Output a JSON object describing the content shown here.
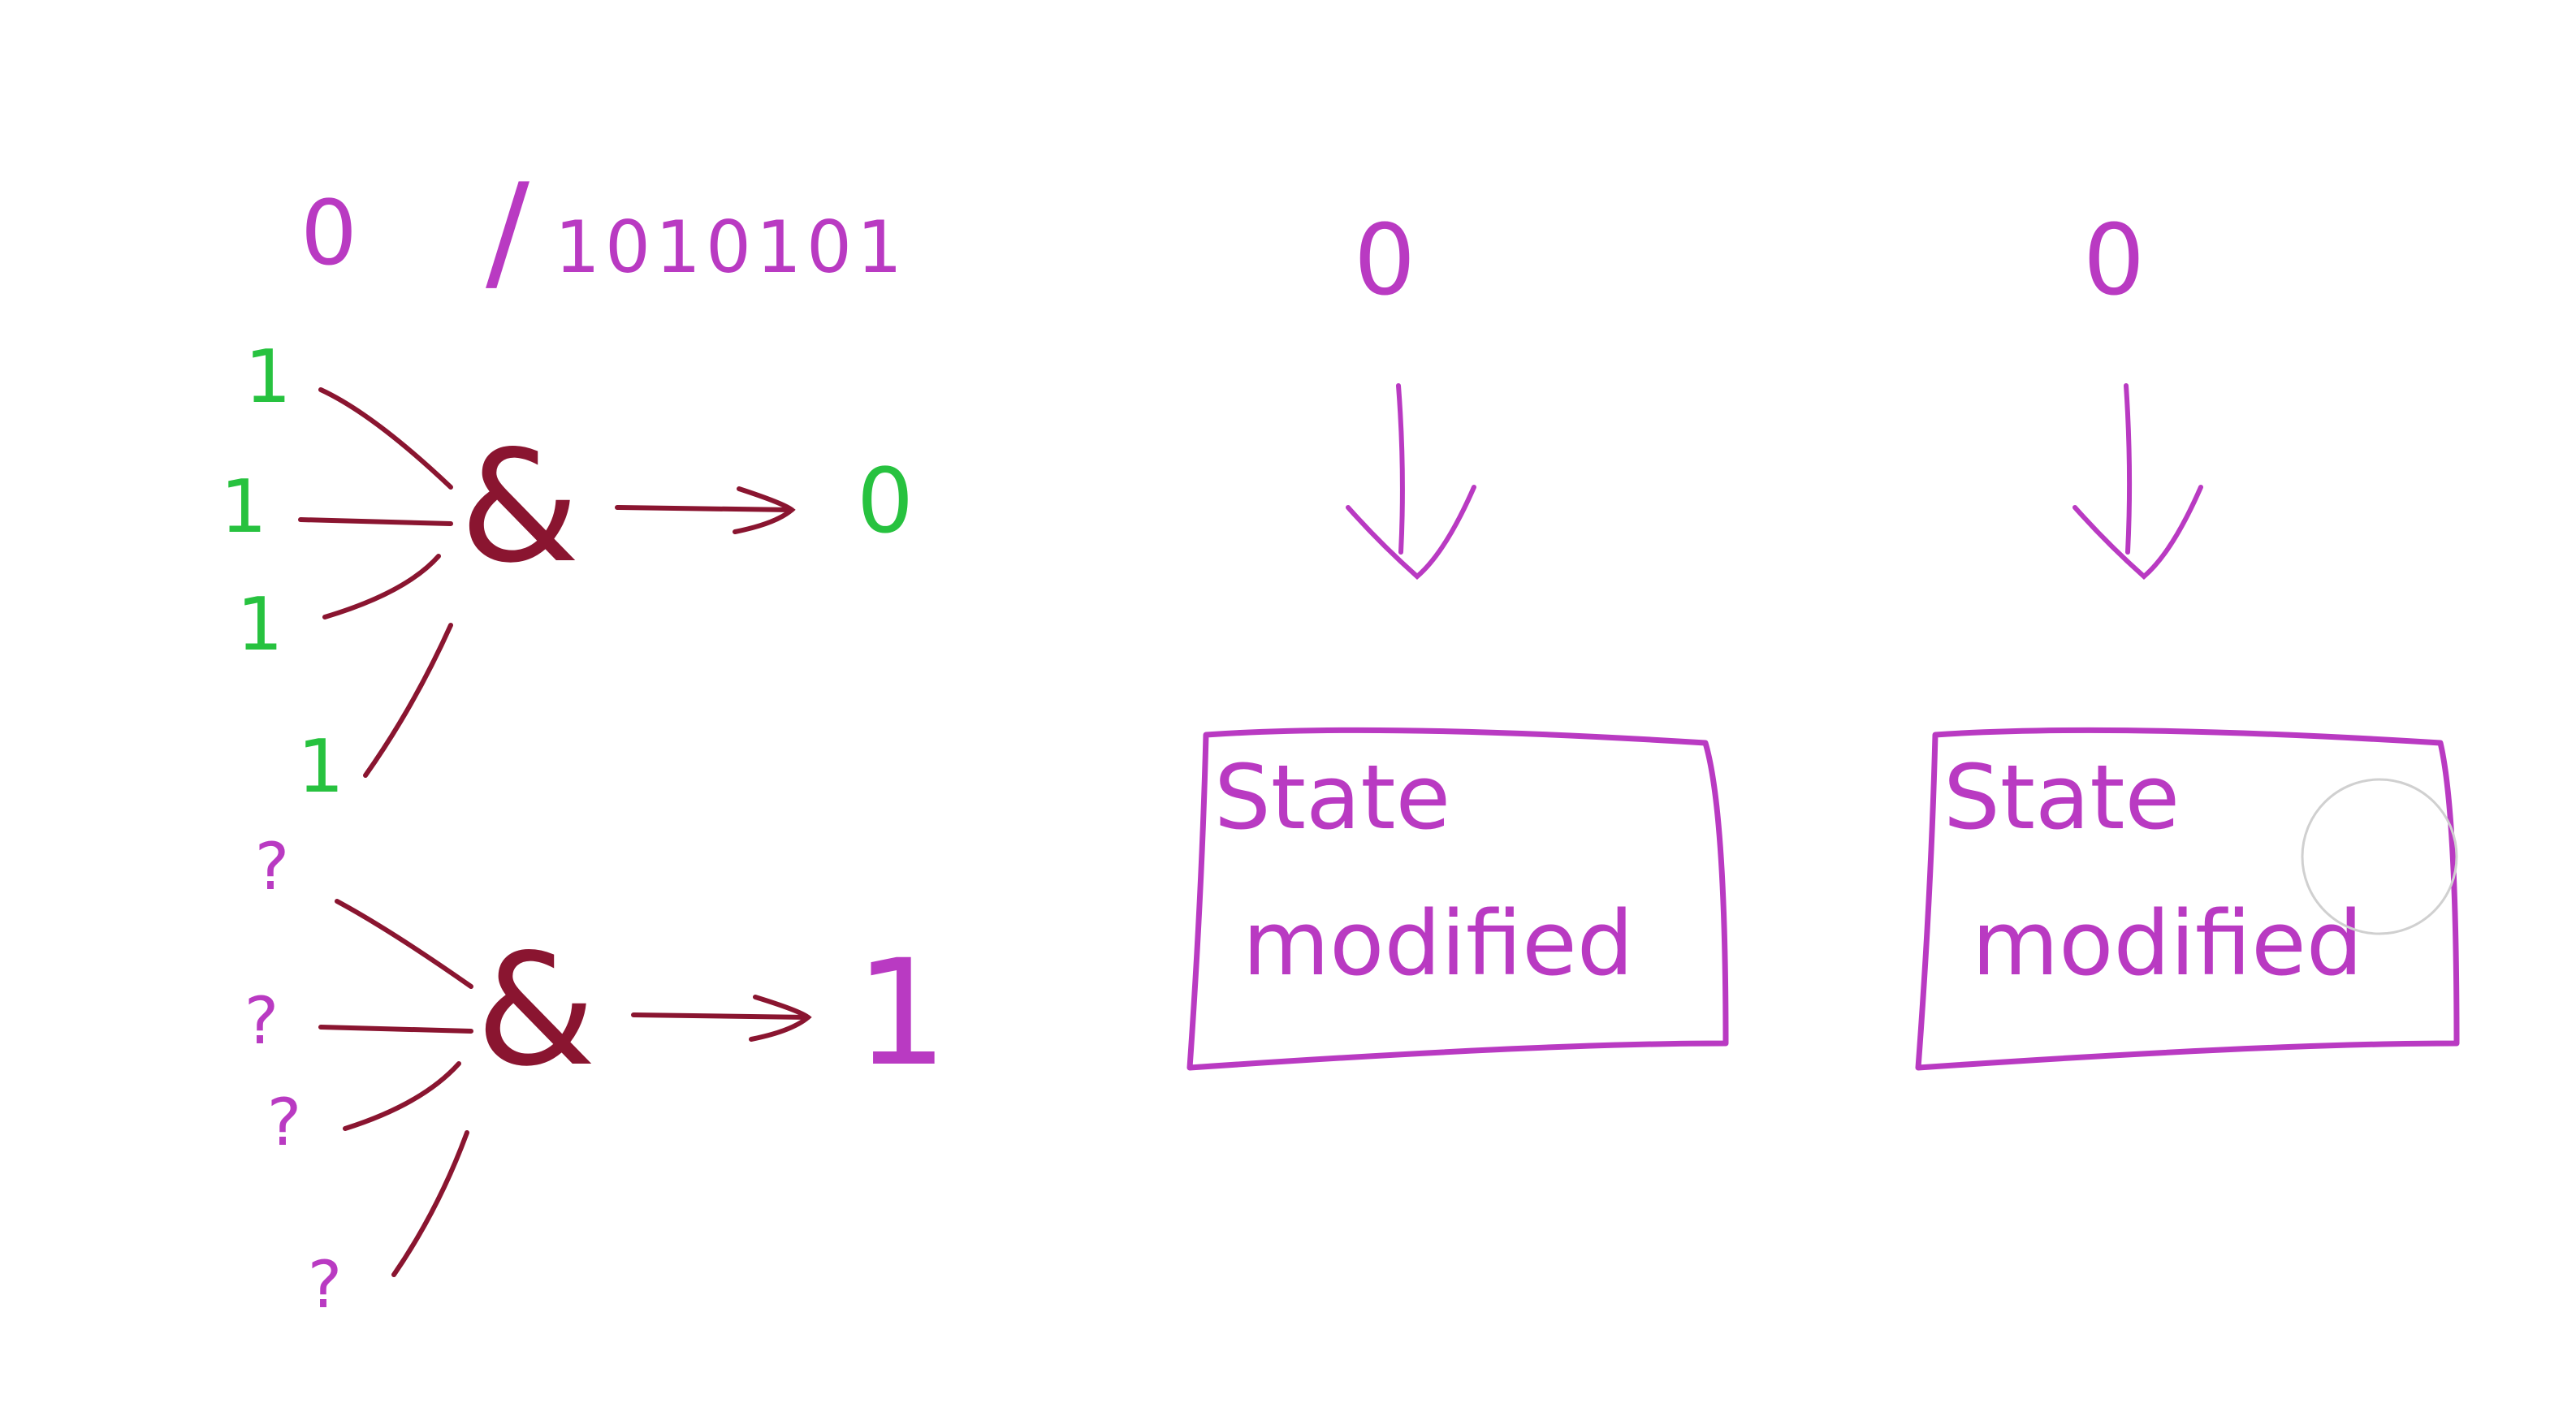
{
  "colors": {
    "background": "#ffffff",
    "magenta": "#b93ac2",
    "green": "#27c23f",
    "dark_red": "#8a1530",
    "cursor_ring": "#d0d0d0"
  },
  "header": {
    "zero": "0",
    "slash": "/",
    "binary": "1010101"
  },
  "gate_top": {
    "inputs": [
      "1",
      "1",
      "1",
      "1"
    ],
    "operator": "&",
    "output": "0"
  },
  "gate_bottom": {
    "inputs": [
      "?",
      "?",
      "?",
      "?"
    ],
    "operator": "&",
    "output": "1"
  },
  "flows": [
    {
      "input": "0",
      "arrow": "down-arrow",
      "box_line1": "State",
      "box_line2": "modified"
    },
    {
      "input": "0",
      "arrow": "down-arrow",
      "box_line1": "State",
      "box_line2": "modified"
    }
  ]
}
